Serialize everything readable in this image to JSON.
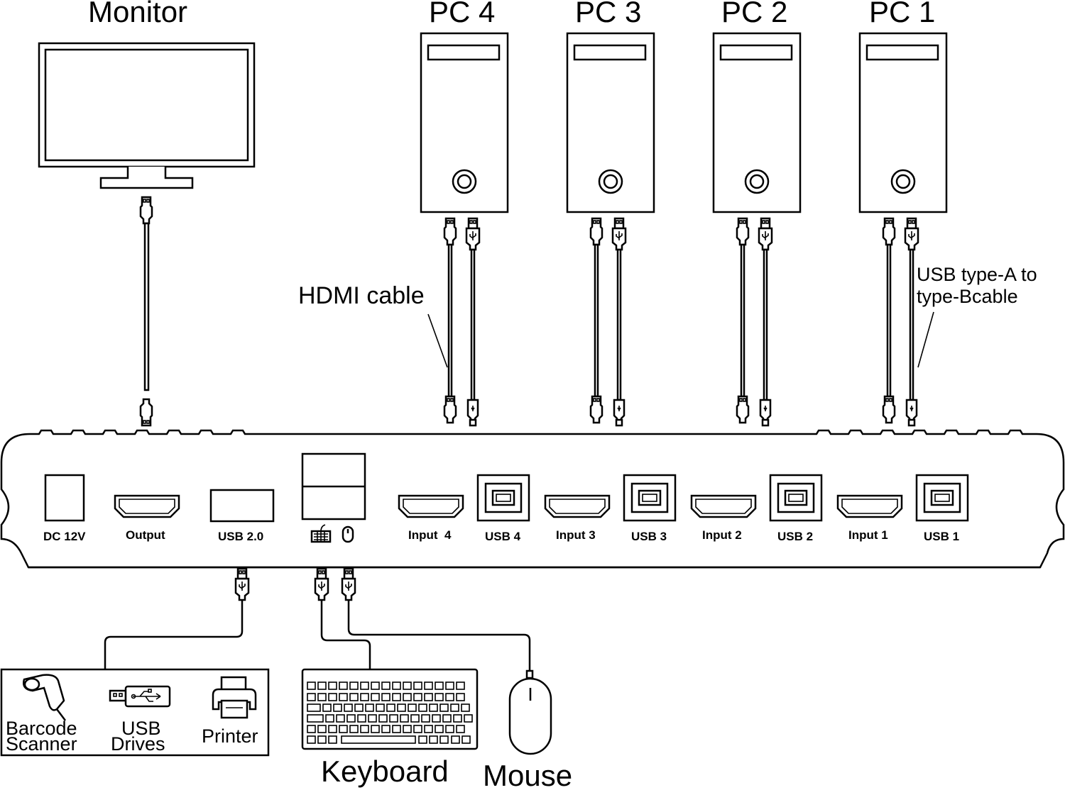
{
  "devices": {
    "monitor": "Monitor",
    "pcs": [
      "PC 4",
      "PC 3",
      "PC 2",
      "PC 1"
    ],
    "keyboard": "Keyboard",
    "mouse": "Mouse"
  },
  "cables": {
    "hdmi": "HDMI cable",
    "usb_line1": "USB type-A to",
    "usb_line2": "type-Bcable"
  },
  "ports": {
    "dc": "DC 12V",
    "output": "Output",
    "usb20": "USB 2.0",
    "inputs": [
      "Input  4",
      "Input 3",
      "Input 2",
      "Input 1"
    ],
    "usbs": [
      "USB 4",
      "USB 3",
      "USB 2",
      "USB 1"
    ]
  },
  "peripherals": {
    "barcode_1": "Barcode",
    "barcode_2": "Scanner",
    "usbdrives_1": "USB",
    "usbdrives_2": "Drives",
    "printer": "Printer"
  },
  "icons": [
    "monitor-icon",
    "pc-tower-icon",
    "hdmi-plug-icon",
    "usb-plug-icon",
    "keyboard-icon",
    "mouse-icon",
    "barcode-scanner-icon",
    "usb-drive-icon",
    "printer-icon"
  ]
}
